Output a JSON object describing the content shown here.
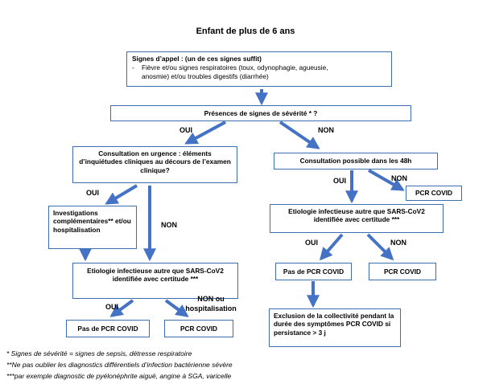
{
  "title": "Enfant de plus de 6 ans",
  "box_signes": {
    "title": "Signes d’appel : (un de ces signes suffit)",
    "dash": "-",
    "line1": "Fièvre et/ou signes respiratoires (toux, odynophagie, agueusie,",
    "line2": "anosmie) et/ou troubles digestifs (diarrhée)"
  },
  "box_severite": "Présences de signes de sévérité * ?",
  "label_oui_1": "OUI",
  "label_non_1": "NON",
  "box_urgence": "Consultation en urgence : éléments d’inquiétudes cliniques au décours de l’examen clinique?",
  "box_48h": "Consultation possible dans les 48h",
  "label_oui_2": "OUI",
  "label_non_2": "NON",
  "label_oui_3": "OUI",
  "label_non_3": "NON",
  "box_investigations": "Investigations complémentaires** et/ou hospitalisation",
  "box_pcr_covid_1": "PCR COVID",
  "box_etio_right": "Etiologie infectieuse autre que SARS-CoV2 identifiée avec certitude ***",
  "label_oui_4": "OUI",
  "label_non_4": "NON",
  "box_pas_pcr_right": "Pas de PCR COVID",
  "box_pcr_covid_right": "PCR COVID",
  "box_etio_left": "Etiologie infectieuse autre que SARS-CoV2 identifiée avec certitude ***",
  "label_oui_5": "OUI",
  "label_non_5": "NON ou hospitalisation",
  "box_pas_pcr_left": "Pas de PCR COVID",
  "box_pcr_covid_left": "PCR COVID",
  "box_exclusion": "Exclusion de la collectivité pendant la durée des symptômes PCR COVID si persistance > 3 j",
  "footnotes": {
    "f1": "* Signes de sévérité = signes de sepsis, détresse respiratoire",
    "f2": "**Ne pas oublier les diagnostics différentiels d’infection bactérienne sévère",
    "f3": "***par exemple diagnostic de pyélonéphrite aiguë, angine à SGA, varicelle"
  },
  "colors": {
    "arrow": "#4472c4",
    "box_border": "#3c6fb0"
  }
}
